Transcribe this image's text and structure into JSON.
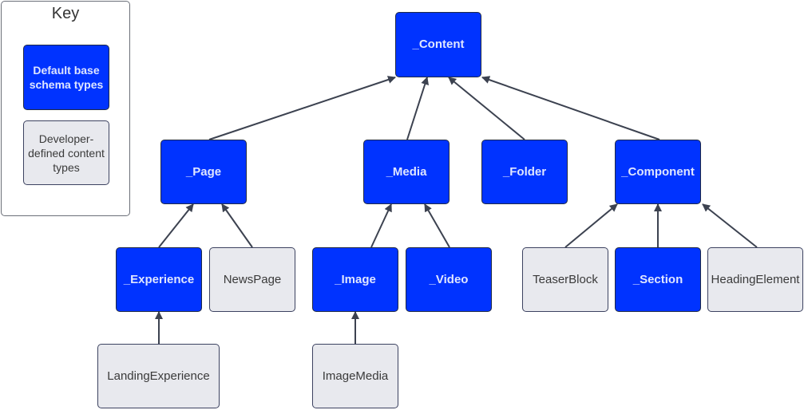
{
  "key": {
    "title": "Key",
    "items": [
      {
        "label": "Default base schema types",
        "kind": "base"
      },
      {
        "label": "Developer-defined content types",
        "kind": "dev"
      }
    ]
  },
  "colors": {
    "base_fill": "#0033ff",
    "dev_fill": "#e8e9ee",
    "arrow": "#3c4250"
  },
  "nodes": {
    "content": {
      "label": "_Content",
      "kind": "base"
    },
    "page": {
      "label": "_Page",
      "kind": "base"
    },
    "media": {
      "label": "_Media",
      "kind": "base"
    },
    "folder": {
      "label": "_Folder",
      "kind": "base"
    },
    "component": {
      "label": "_Component",
      "kind": "base"
    },
    "experience": {
      "label": "_Experience",
      "kind": "base"
    },
    "newspage": {
      "label": "NewsPage",
      "kind": "dev"
    },
    "image": {
      "label": "_Image",
      "kind": "base"
    },
    "video": {
      "label": "_Video",
      "kind": "base"
    },
    "teaserblock": {
      "label": "TeaserBlock",
      "kind": "dev"
    },
    "section": {
      "label": "_Section",
      "kind": "base"
    },
    "headingelement": {
      "label": "HeadingElement",
      "kind": "dev"
    },
    "landingexperience": {
      "label": "LandingExperience",
      "kind": "dev"
    },
    "imagemedia": {
      "label": "ImageMedia",
      "kind": "dev"
    }
  },
  "edges": [
    {
      "from": "page",
      "to": "content"
    },
    {
      "from": "media",
      "to": "content"
    },
    {
      "from": "folder",
      "to": "content"
    },
    {
      "from": "component",
      "to": "content"
    },
    {
      "from": "experience",
      "to": "page"
    },
    {
      "from": "newspage",
      "to": "page"
    },
    {
      "from": "image",
      "to": "media"
    },
    {
      "from": "video",
      "to": "media"
    },
    {
      "from": "teaserblock",
      "to": "component"
    },
    {
      "from": "section",
      "to": "component"
    },
    {
      "from": "headingelement",
      "to": "component"
    },
    {
      "from": "landingexperience",
      "to": "experience"
    },
    {
      "from": "imagemedia",
      "to": "image"
    }
  ]
}
